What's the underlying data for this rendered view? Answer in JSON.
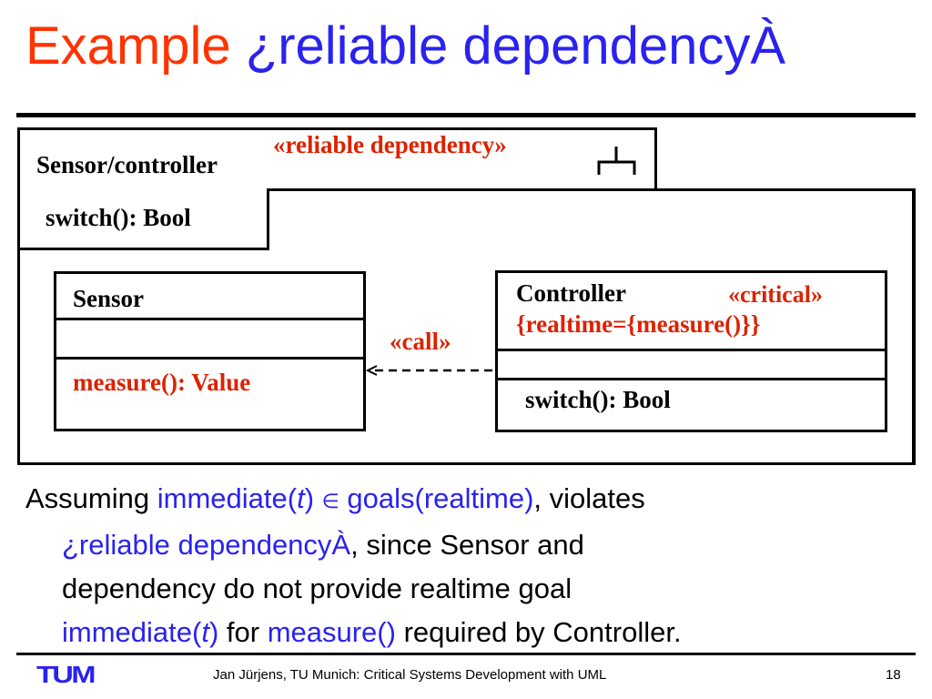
{
  "slide": {
    "title_part1": "Example",
    "title_part2": "¿reliable dependencyÀ",
    "page_number": "18",
    "footer": "Jan Jürjens, TU Munich: Critical Systems Development with UML",
    "logo": "TUM"
  },
  "diagram": {
    "package": {
      "name": "Sensor/controller",
      "stereotype": "«reliable dependency»",
      "operation": "switch(): Bool"
    },
    "sensor": {
      "name": "Sensor",
      "operation": "measure(): Value"
    },
    "controller": {
      "name": "Controller",
      "stereotype": "«critical»",
      "tag": "{realtime={measure()}}",
      "operation": "switch(): Bool"
    },
    "dependency": {
      "label": "«call»",
      "from": "Controller",
      "to": "Sensor",
      "style": "dashed"
    }
  },
  "text": {
    "p1": "Assuming ",
    "p2": "immediate(",
    "p3": "t",
    "p4": ") ",
    "p5": "∈",
    "p6": " goals(realtime)",
    "p7": ", violates",
    "p8": "¿reliable dependencyÀ",
    "p9": ", since Sensor and",
    "p10": "dependency do not provide realtime goal",
    "p11": "immediate(",
    "p12": "t",
    "p13": ")",
    "p14": " for ",
    "p15": "measure()",
    "p16": " required by Controller."
  },
  "colors": {
    "title_red": "#ff3300",
    "accent_blue": "#2a22ee",
    "diagram_red": "#dd2200"
  }
}
